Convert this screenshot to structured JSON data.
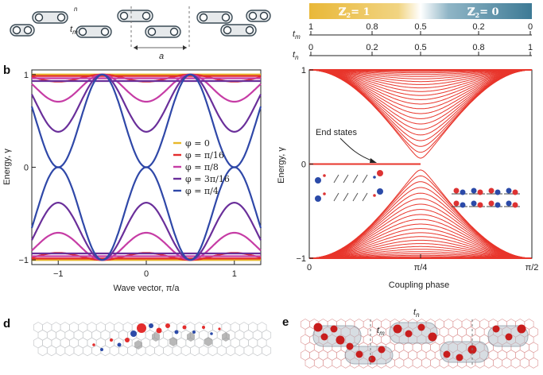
{
  "panels": {
    "b": "b",
    "d": "d",
    "e": "e"
  },
  "top_left": {
    "tm": "t",
    "tm_sub": "m",
    "tn_partial": "n",
    "a": "a"
  },
  "phase_bar": {
    "left": "= 1",
    "right": "= 0",
    "symbol": "ℤ",
    "sub": "2",
    "left_color": "#e9b838",
    "right_color": "#3d7a95"
  },
  "tm_axis": {
    "label": "t",
    "sub": "m",
    "ticks": [
      "1",
      "0.8",
      "0.5",
      "0.2",
      "0"
    ]
  },
  "tn_axis": {
    "label": "t",
    "sub": "n",
    "ticks": [
      "0",
      "0.2",
      "0.5",
      "0.8",
      "1"
    ]
  },
  "annotation": {
    "end_states": "End states"
  },
  "panel_e": {
    "tn": "t",
    "tn_sub": "n",
    "tm": "t",
    "tm_sub": "m"
  },
  "chart_data": [
    {
      "type": "line",
      "title": "",
      "xlabel": "Wave vector, π/a",
      "ylabel": "Energy, γ",
      "xlim": [
        -1.3,
        1.3
      ],
      "ylim": [
        -1.05,
        1.05
      ],
      "x_ticks": [
        "−1",
        "0",
        "1"
      ],
      "y_ticks": [
        "1",
        "0",
        "−1"
      ],
      "legend_position": "center-right",
      "series": [
        {
          "name": "φ = 0",
          "phi": 0,
          "color": "#e8b82a"
        },
        {
          "name": "φ = π/16",
          "phi": 0.19635,
          "color": "#e32d2d"
        },
        {
          "name": "φ = π/8",
          "phi": 0.3927,
          "color": "#c63ca5"
        },
        {
          "name": "φ = 3π/16",
          "phi": 0.58905,
          "color": "#6a2f9a"
        },
        {
          "name": "φ = π/4",
          "phi": 0.7854,
          "color": "#2f48a8"
        }
      ]
    },
    {
      "type": "line",
      "title": "",
      "xlabel": "Coupling phase",
      "ylabel": "Energy, γ",
      "xlim": [
        0,
        1.5708
      ],
      "ylim": [
        -1,
        1
      ],
      "x_ticks": [
        "0",
        "π/4",
        "π/2"
      ],
      "y_ticks": [
        "1",
        "0",
        "−1"
      ],
      "color": "#e8352b",
      "bands": 24
    }
  ]
}
